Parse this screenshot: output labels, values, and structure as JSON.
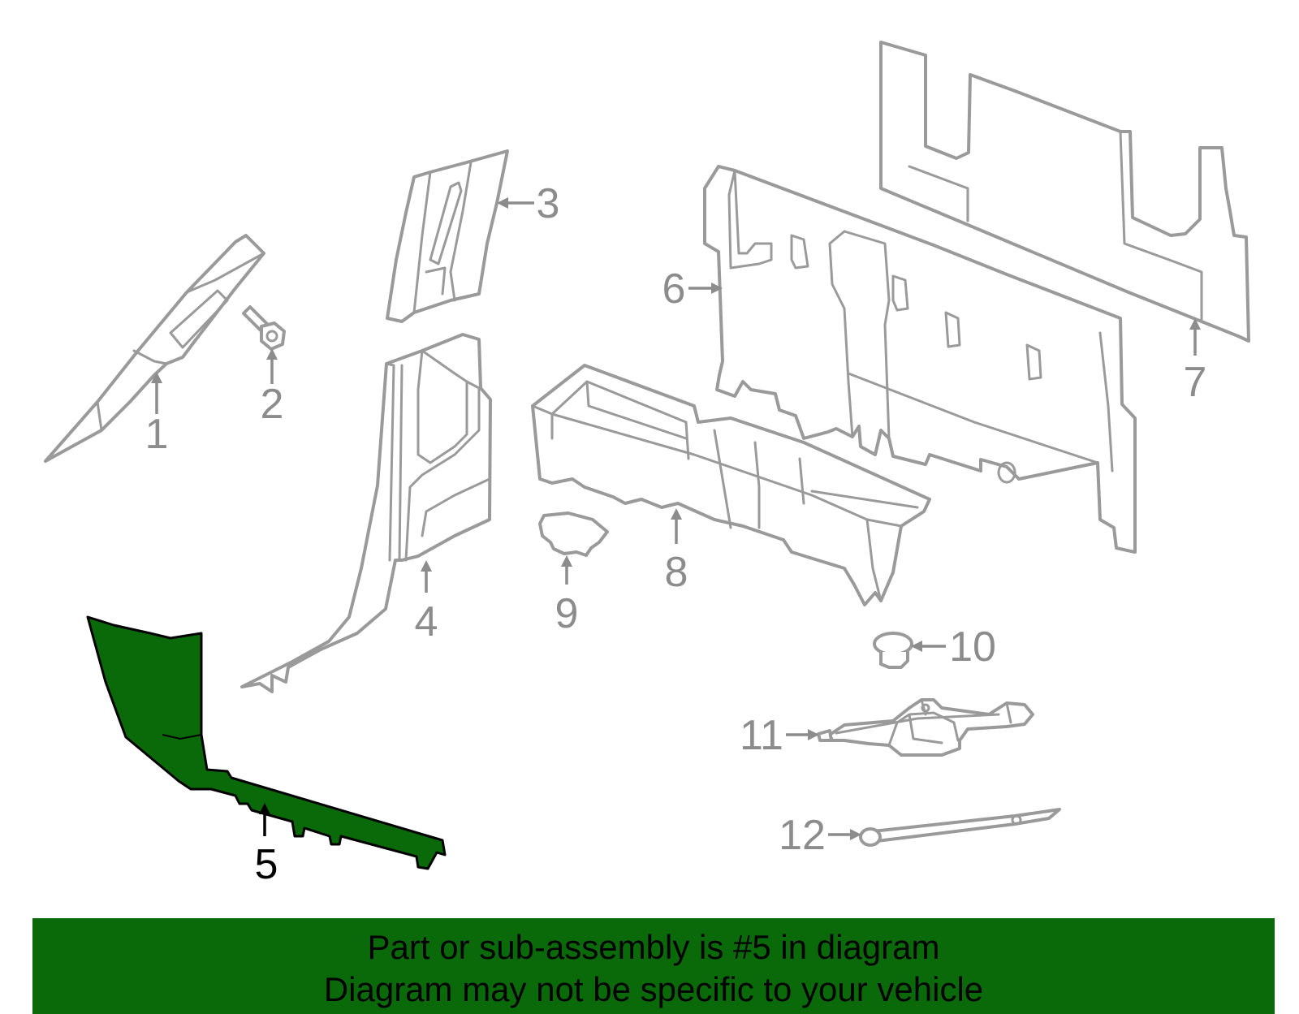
{
  "callouts": {
    "c1": "1",
    "c2": "2",
    "c3": "3",
    "c4": "4",
    "c5": "5",
    "c6": "6",
    "c7": "7",
    "c8": "8",
    "c9": "9",
    "c10": "10",
    "c11": "11",
    "c12": "12"
  },
  "highlighted_part": "5",
  "colors": {
    "highlight": "#0a6a0a",
    "outline": "#9a9a9a",
    "banner": "#0a6a0a"
  },
  "banner": {
    "line1": "Part or sub-assembly is #5 in diagram",
    "line2": "Diagram may not be specific to your vehicle"
  }
}
